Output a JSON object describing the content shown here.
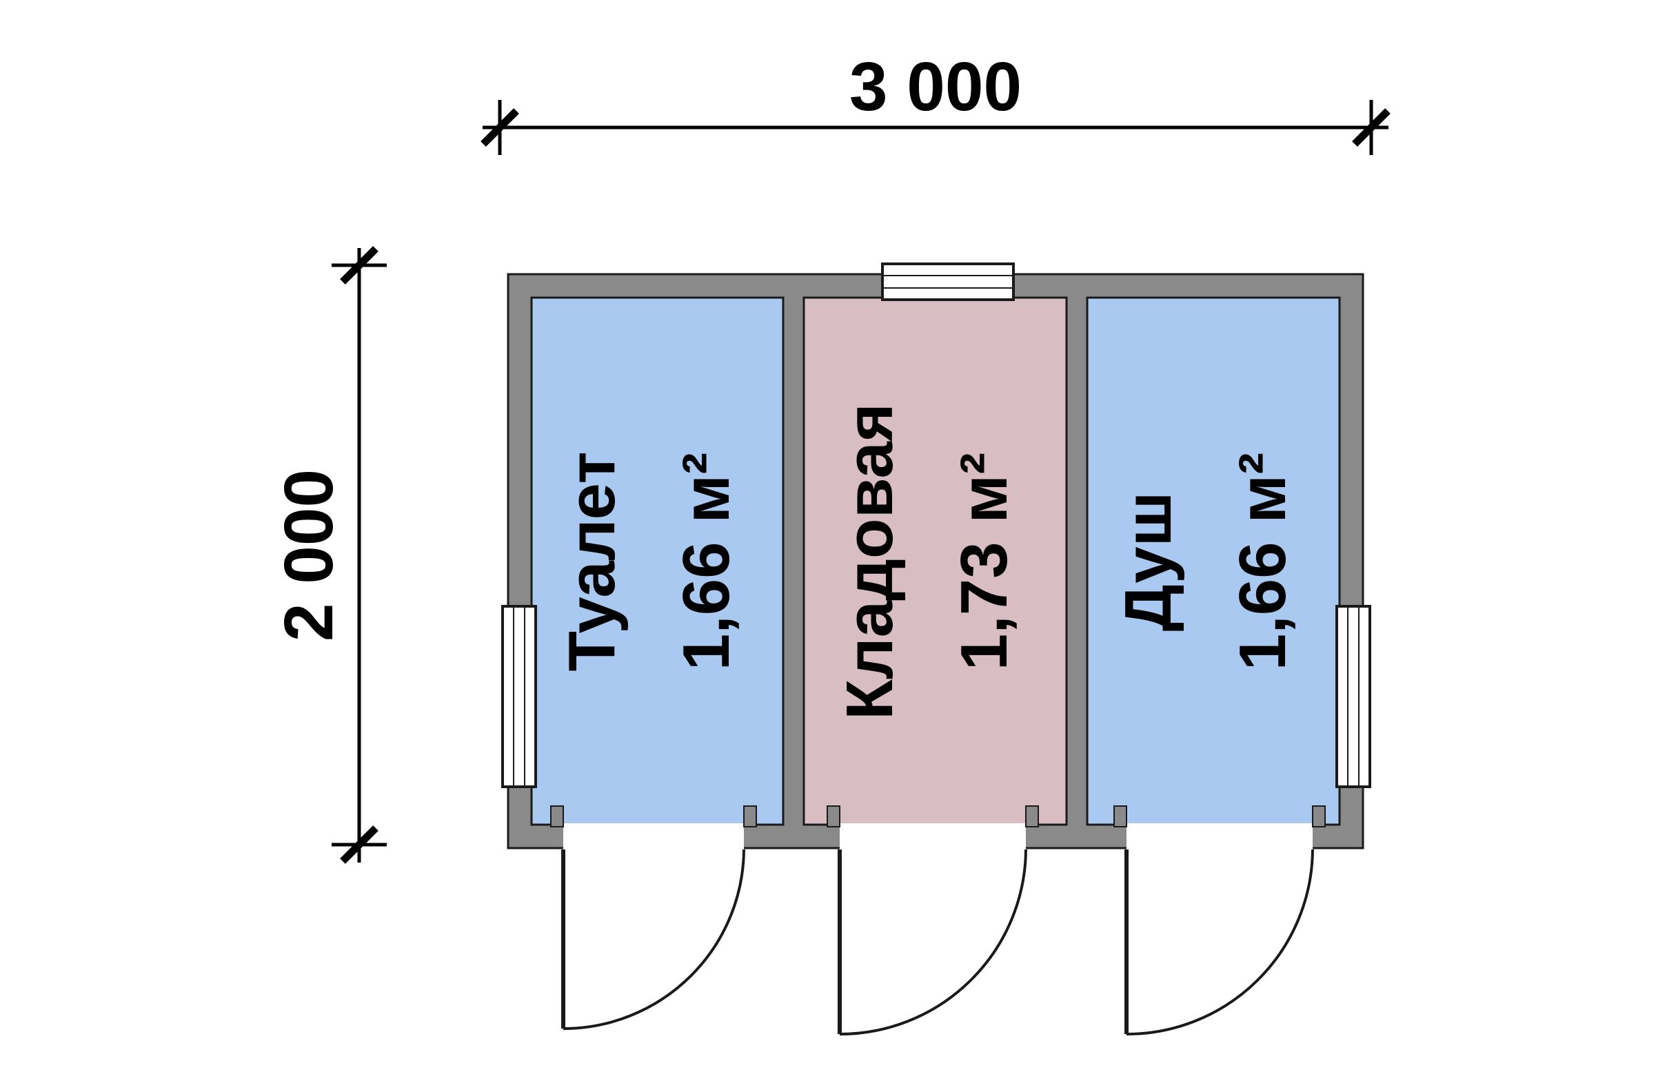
{
  "diagram": {
    "type": "floor-plan",
    "dimensions": {
      "width_label": "3 000",
      "height_label": "2 000"
    },
    "rooms": [
      {
        "name": "Туалет",
        "area": "1,66 м²",
        "floor_color": "#a9c9f0"
      },
      {
        "name": "Кладовая",
        "area": "1,73 м²",
        "floor_color": "#d8bec2"
      },
      {
        "name": "Душ",
        "area": "1,66 м²",
        "floor_color": "#a9c9f0"
      }
    ],
    "colors": {
      "wall": "#8a8a8a",
      "outline": "#1a1a1a",
      "window": "#ffffff"
    }
  }
}
